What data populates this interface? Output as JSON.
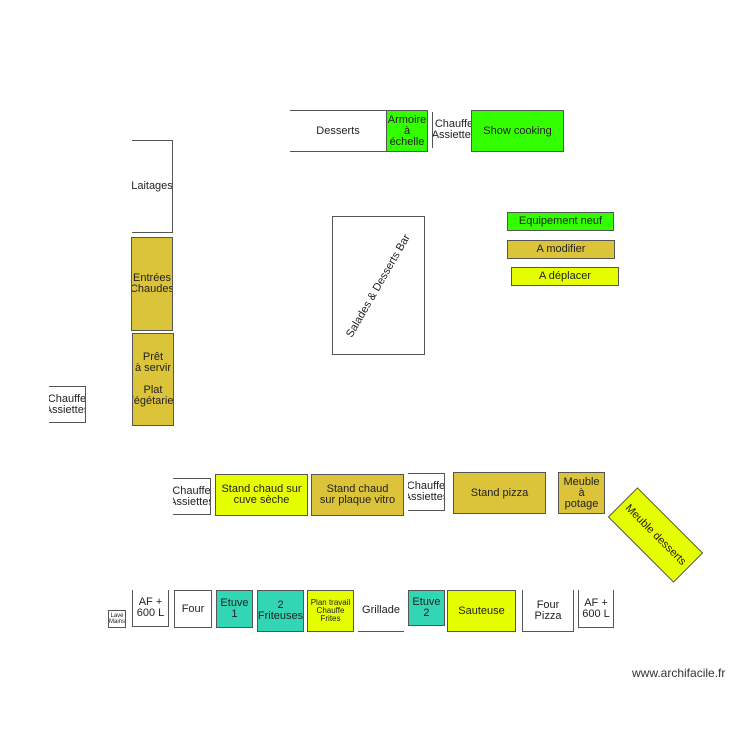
{
  "colors": {
    "new": "#33ff00",
    "modify": "#dbc33a",
    "move": "#e6ff00",
    "teal": "#33d6b4"
  },
  "legend": {
    "new": "Equipement neuf",
    "modify": "A modifier",
    "move": "A déplacer"
  },
  "top": {
    "desserts": "Desserts",
    "armoire": "Armoire\nà échelle",
    "chauffe": "Chauffe\nAssiettes",
    "show_cooking": "Show cooking"
  },
  "left": {
    "laitages": "Laitages",
    "entrees": "Entrées\nChaudes",
    "pret_plat": "Prêt\nà servir\n\nPlat\nVégétarien",
    "chauffe": "Chauffe\nAssiettes"
  },
  "center": {
    "salades_bar": "Salades & Desserts Bar"
  },
  "middle_row": {
    "chauffe1": "Chauffe\nAssiettes",
    "stand_cuve": "Stand chaud sur\ncuve sèche",
    "stand_vitro": "Stand chaud\nsur plaque vitro",
    "chauffe2": "Chauffe\nAssiettes",
    "stand_pizza": "Stand pizza",
    "meuble_potage": "Meuble à\npotage",
    "meuble_desserts": "Meuble desserts"
  },
  "bottom_row": {
    "lave_mains": "Lave\nMains",
    "af1": "AF +\n600 L",
    "four": "Four",
    "etuve1": "Etuve\n1",
    "friteuses": "2\nFriteuses",
    "plan_travail": "Plan travail\nChauffe\nFrites",
    "grillade": "Grillade",
    "etuve2": "Etuve\n2",
    "sauteuse": "Sauteuse",
    "four_pizza": "Four\nPizza",
    "af2": "AF +\n600 L"
  },
  "watermark": "www.archifacile.fr"
}
